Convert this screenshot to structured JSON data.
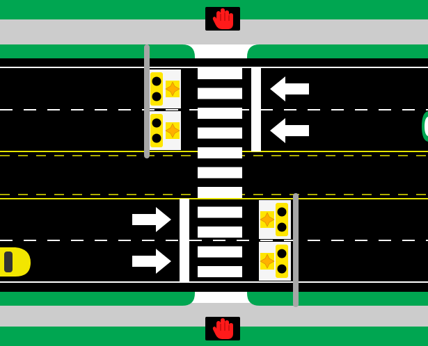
{
  "colors": {
    "grass": "#00a651",
    "sidewalk": "#cccccc",
    "road": "#000000",
    "lane_white": "#ffffff",
    "center_yellow": "#e6e600",
    "crosswalk": "#ffffff",
    "stop_bar": "#ffffff",
    "signal_panel": "#f5f5f5",
    "signal_body": "#ffe600",
    "signal_lamp_off": "#000000",
    "pole": "#a6a6a6",
    "pedestrian_signal_bg": "#000000",
    "dont_walk_hand": "#ff1a1a",
    "car_yellow": "#f2e600",
    "car_green": "#00a651"
  },
  "pedestrian_signals": [
    {
      "name": "north-dont-walk-signal",
      "state": "dont-walk",
      "icon": "raised-hand-icon"
    },
    {
      "name": "south-dont-walk-signal",
      "state": "dont-walk",
      "icon": "raised-hand-icon"
    }
  ],
  "traffic_signals": {
    "westbound": [
      {
        "name": "westbound-signal-1",
        "red": "off",
        "yellow": "off",
        "green": "off",
        "pedestrian_beacon": "amber"
      },
      {
        "name": "westbound-signal-2",
        "red": "off",
        "yellow": "off",
        "green": "off",
        "pedestrian_beacon": "amber"
      }
    ],
    "eastbound": [
      {
        "name": "eastbound-signal-1",
        "red": "off",
        "yellow": "off",
        "green": "off",
        "pedestrian_beacon": "amber"
      },
      {
        "name": "eastbound-signal-2",
        "red": "off",
        "yellow": "off",
        "green": "off",
        "pedestrian_beacon": "amber"
      }
    ]
  },
  "lane_arrows": {
    "westbound": [
      "left-arrow-icon",
      "left-arrow-icon"
    ],
    "eastbound": [
      "right-arrow-icon",
      "right-arrow-icon"
    ]
  },
  "vehicles": [
    {
      "name": "yellow-car",
      "color": "yellow",
      "direction": "east"
    },
    {
      "name": "green-car",
      "color": "green",
      "direction": "west"
    }
  ]
}
